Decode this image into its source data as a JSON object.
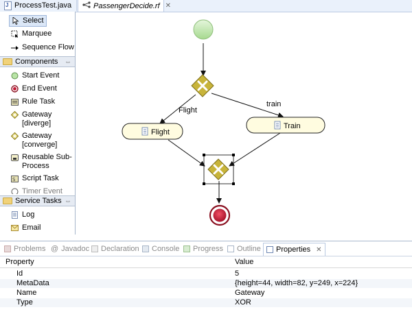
{
  "editor_tabs": [
    {
      "label": "ProcessTest.java"
    },
    {
      "label": "PassengerDecide.rf"
    }
  ],
  "palette": {
    "tools": [
      {
        "label": "Select"
      },
      {
        "label": "Marquee"
      },
      {
        "label": "Sequence Flow"
      }
    ],
    "components_label": "Components",
    "components": [
      {
        "label": "Start Event"
      },
      {
        "label": "End Event"
      },
      {
        "label": "Rule Task"
      },
      {
        "label": "Gateway [diverge]"
      },
      {
        "label": "Gateway [converge]"
      },
      {
        "label": "Reusable Sub-Process"
      },
      {
        "label": "Script Task"
      },
      {
        "label": "Timer Event"
      }
    ],
    "service_tasks_label": "Service Tasks",
    "service_tasks": [
      {
        "label": "Log"
      },
      {
        "label": "Email"
      }
    ]
  },
  "diagram": {
    "flight_label": "Flight",
    "train_label": "Train",
    "edge_flight_label": "Flight",
    "edge_train_label": "train",
    "colors": {
      "start": "#b9e4a6",
      "task": "#fffce0",
      "gateway": "#c8b43a",
      "end": "#c21a36"
    }
  },
  "views": [
    {
      "label": "Problems"
    },
    {
      "label": "Javadoc"
    },
    {
      "label": "Declaration"
    },
    {
      "label": "Console"
    },
    {
      "label": "Progress"
    },
    {
      "label": "Outline"
    },
    {
      "label": "Properties"
    }
  ],
  "properties": {
    "col_property": "Property",
    "col_value": "Value",
    "rows": [
      {
        "name": "Id",
        "value": "5"
      },
      {
        "name": "MetaData",
        "value": "{height=44, width=82, y=249, x=224}"
      },
      {
        "name": "Name",
        "value": "Gateway"
      },
      {
        "name": "Type",
        "value": "XOR"
      }
    ]
  }
}
